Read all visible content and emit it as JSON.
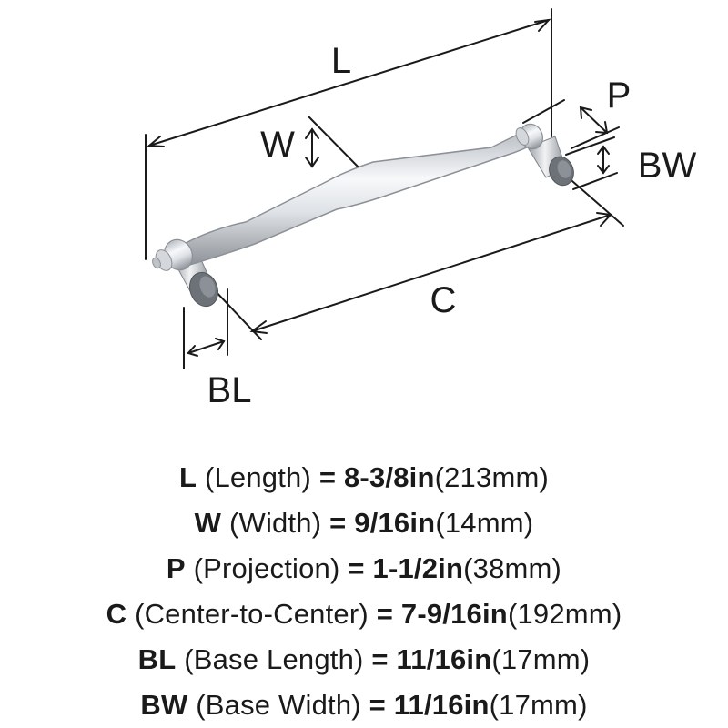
{
  "diagram": {
    "labels": {
      "length": "L",
      "width": "W",
      "projection": "P",
      "base_width": "BW",
      "center": "C",
      "base_length": "BL"
    },
    "colors": {
      "line": "#1a1a1a",
      "metal_light": "#f2f3f5",
      "metal_mid": "#c4c8cd",
      "metal_dark": "#8c9197",
      "base_dark": "#6d7278"
    }
  },
  "specs": [
    {
      "abbr": "L",
      "desc": "(Length)",
      "eq": "=",
      "imperial": "8-3/8in",
      "metric": "(213mm)"
    },
    {
      "abbr": "W",
      "desc": "(Width)",
      "eq": "=",
      "imperial": "9/16in",
      "metric": "(14mm)"
    },
    {
      "abbr": "P",
      "desc": "(Projection)",
      "eq": "=",
      "imperial": "1-1/2in",
      "metric": "(38mm)"
    },
    {
      "abbr": "C",
      "desc": "(Center-to-Center)",
      "eq": "=",
      "imperial": "7-9/16in",
      "metric": "(192mm)"
    },
    {
      "abbr": "BL",
      "desc": "(Base Length)",
      "eq": "=",
      "imperial": "11/16in",
      "metric": "(17mm)"
    },
    {
      "abbr": "BW",
      "desc": "(Base Width)",
      "eq": "=",
      "imperial": "11/16in",
      "metric": "(17mm)"
    }
  ]
}
